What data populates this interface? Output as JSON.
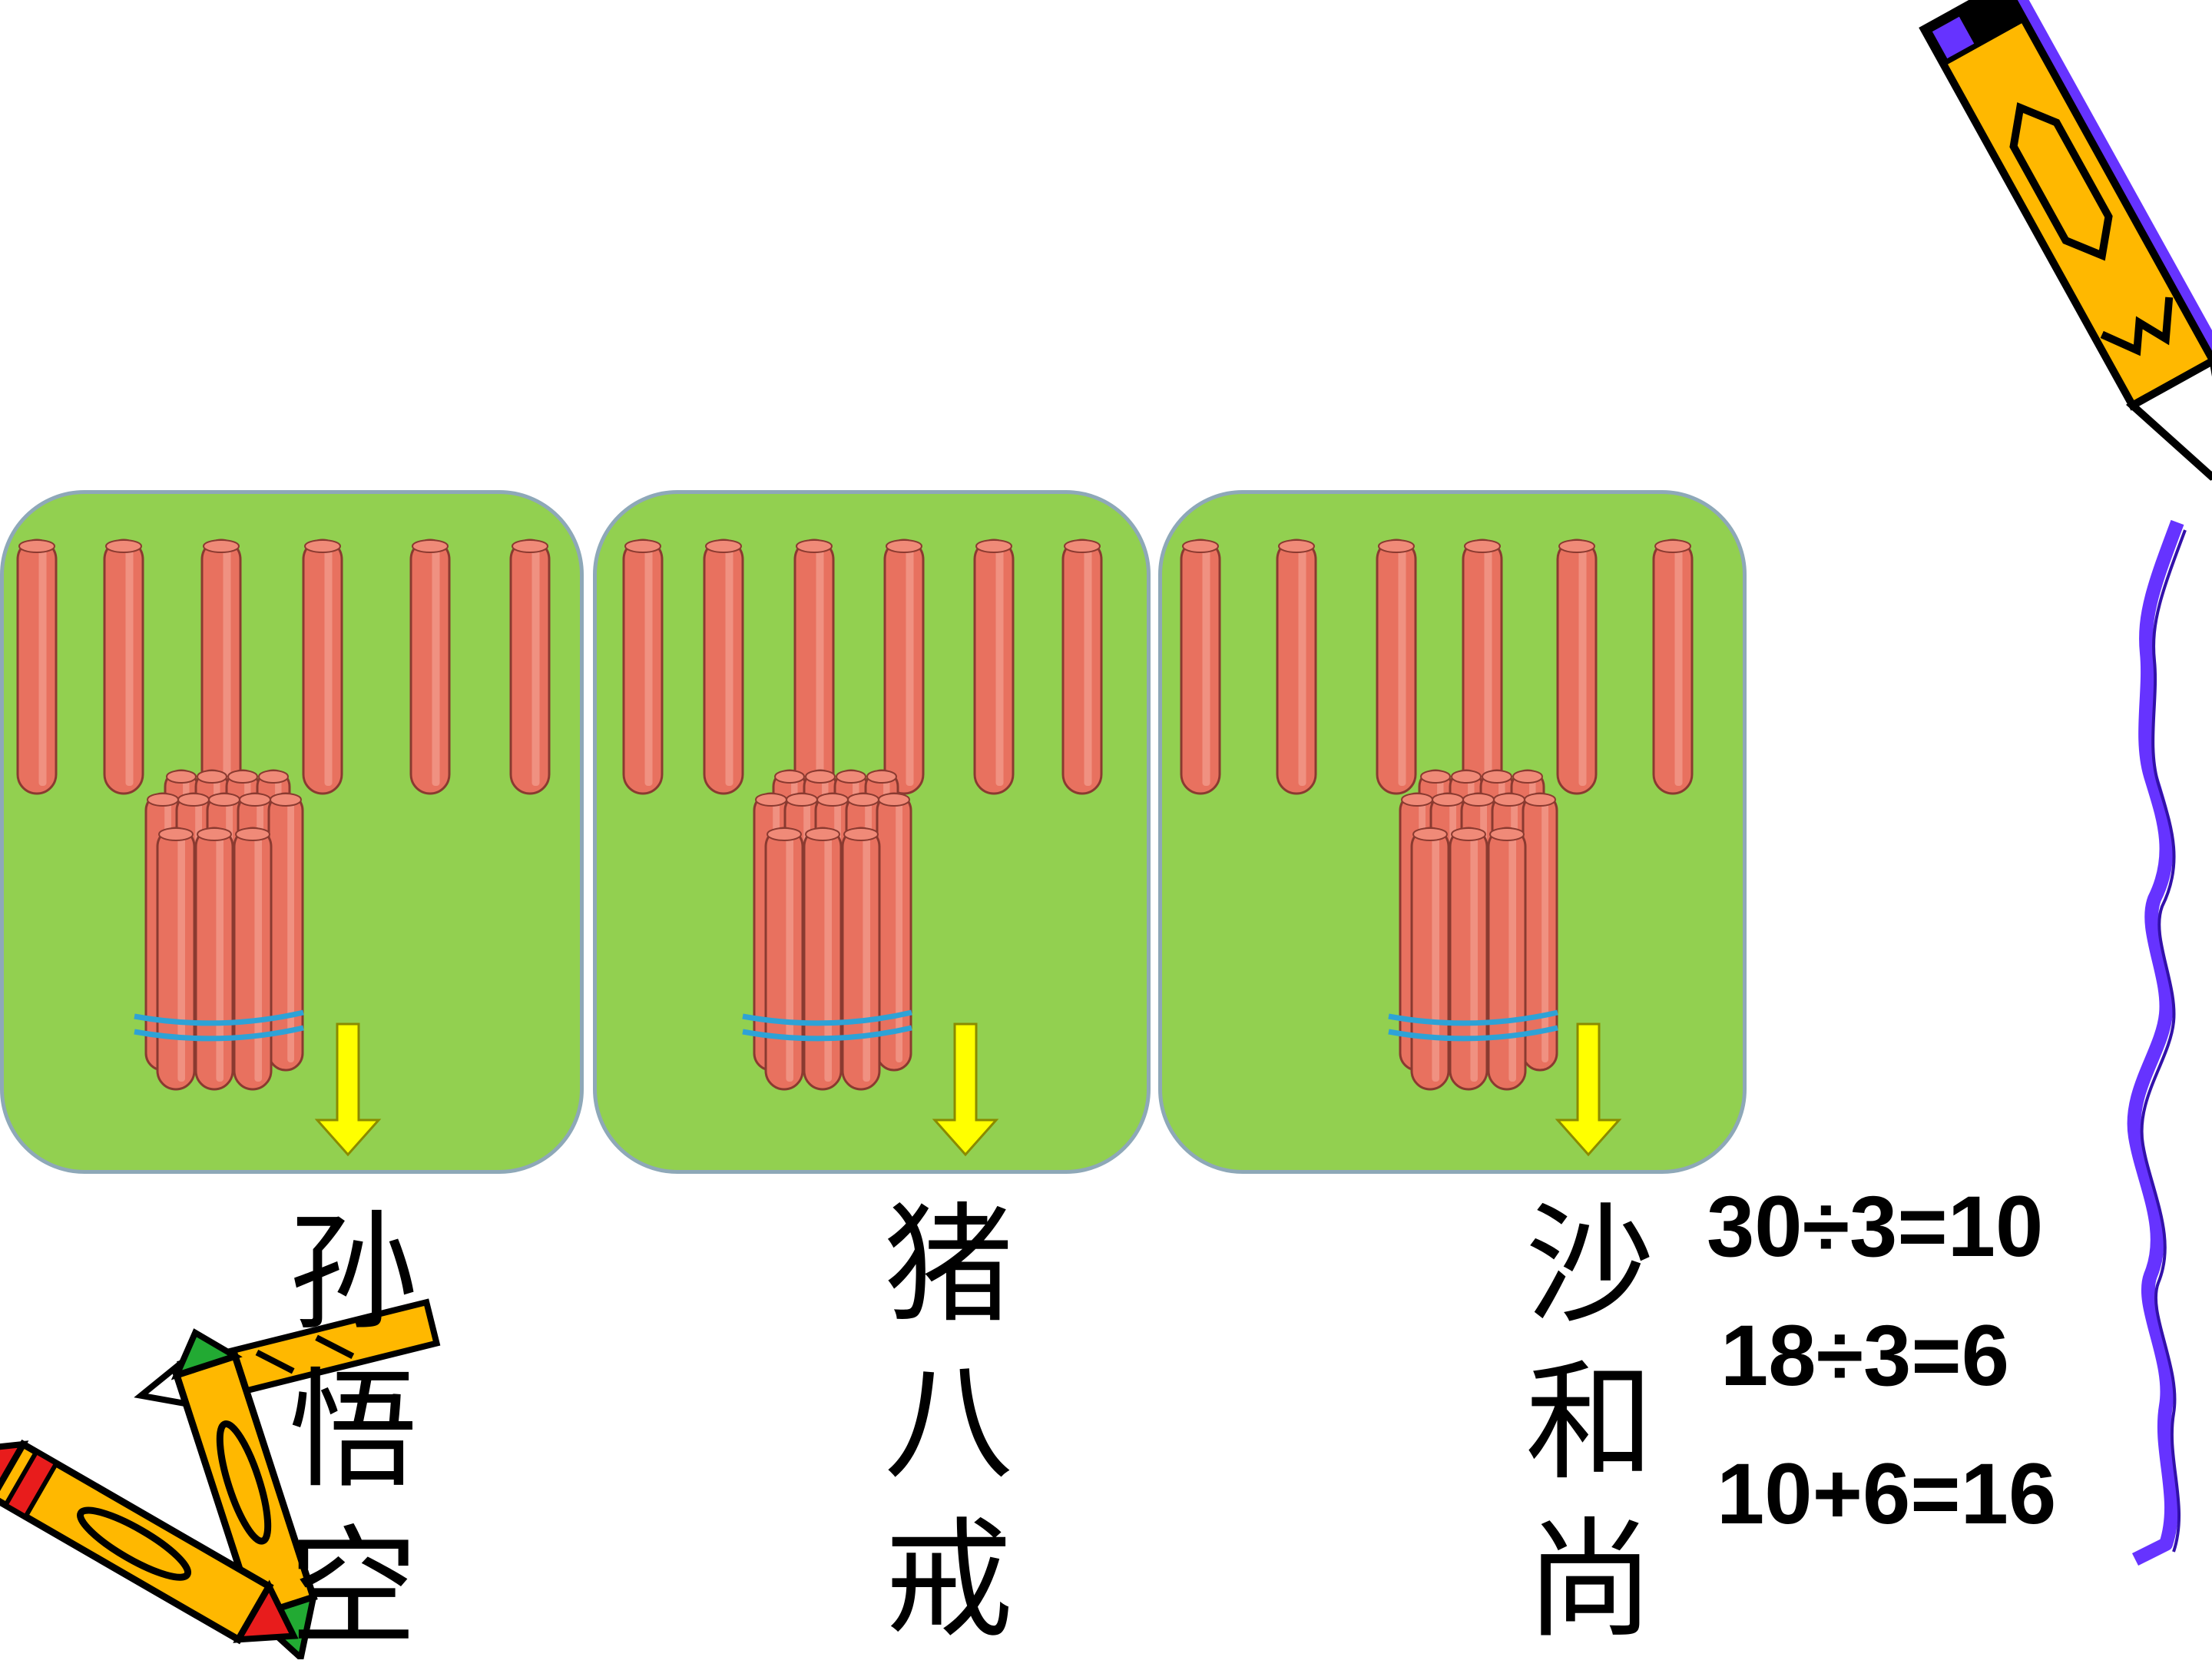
{
  "panels": [
    {
      "name_chars": "孙\n悟\n空",
      "loose_sticks": 6,
      "bundles": 1
    },
    {
      "name_chars": "猪\n八\n戒",
      "loose_sticks": 6,
      "bundles": 1
    },
    {
      "name_chars": "沙\n和\n尚",
      "loose_sticks": 6,
      "bundles": 1
    }
  ],
  "equations": [
    "30÷3=10",
    "18÷3=6",
    "10+6=16"
  ],
  "colors": {
    "panel_fill": "#92d050",
    "panel_border": "#8ea8b8",
    "stick": "#e8715f",
    "band": "#2ea2d6",
    "arrow": "#ffff00",
    "pencil_body": "#ffb800",
    "pencil_shadow": "#6633ff"
  },
  "icons": [
    "counting-stick-icon",
    "stick-bundle-icon",
    "arrow-down-icon",
    "pencil-icon",
    "wavy-line-decoration"
  ]
}
